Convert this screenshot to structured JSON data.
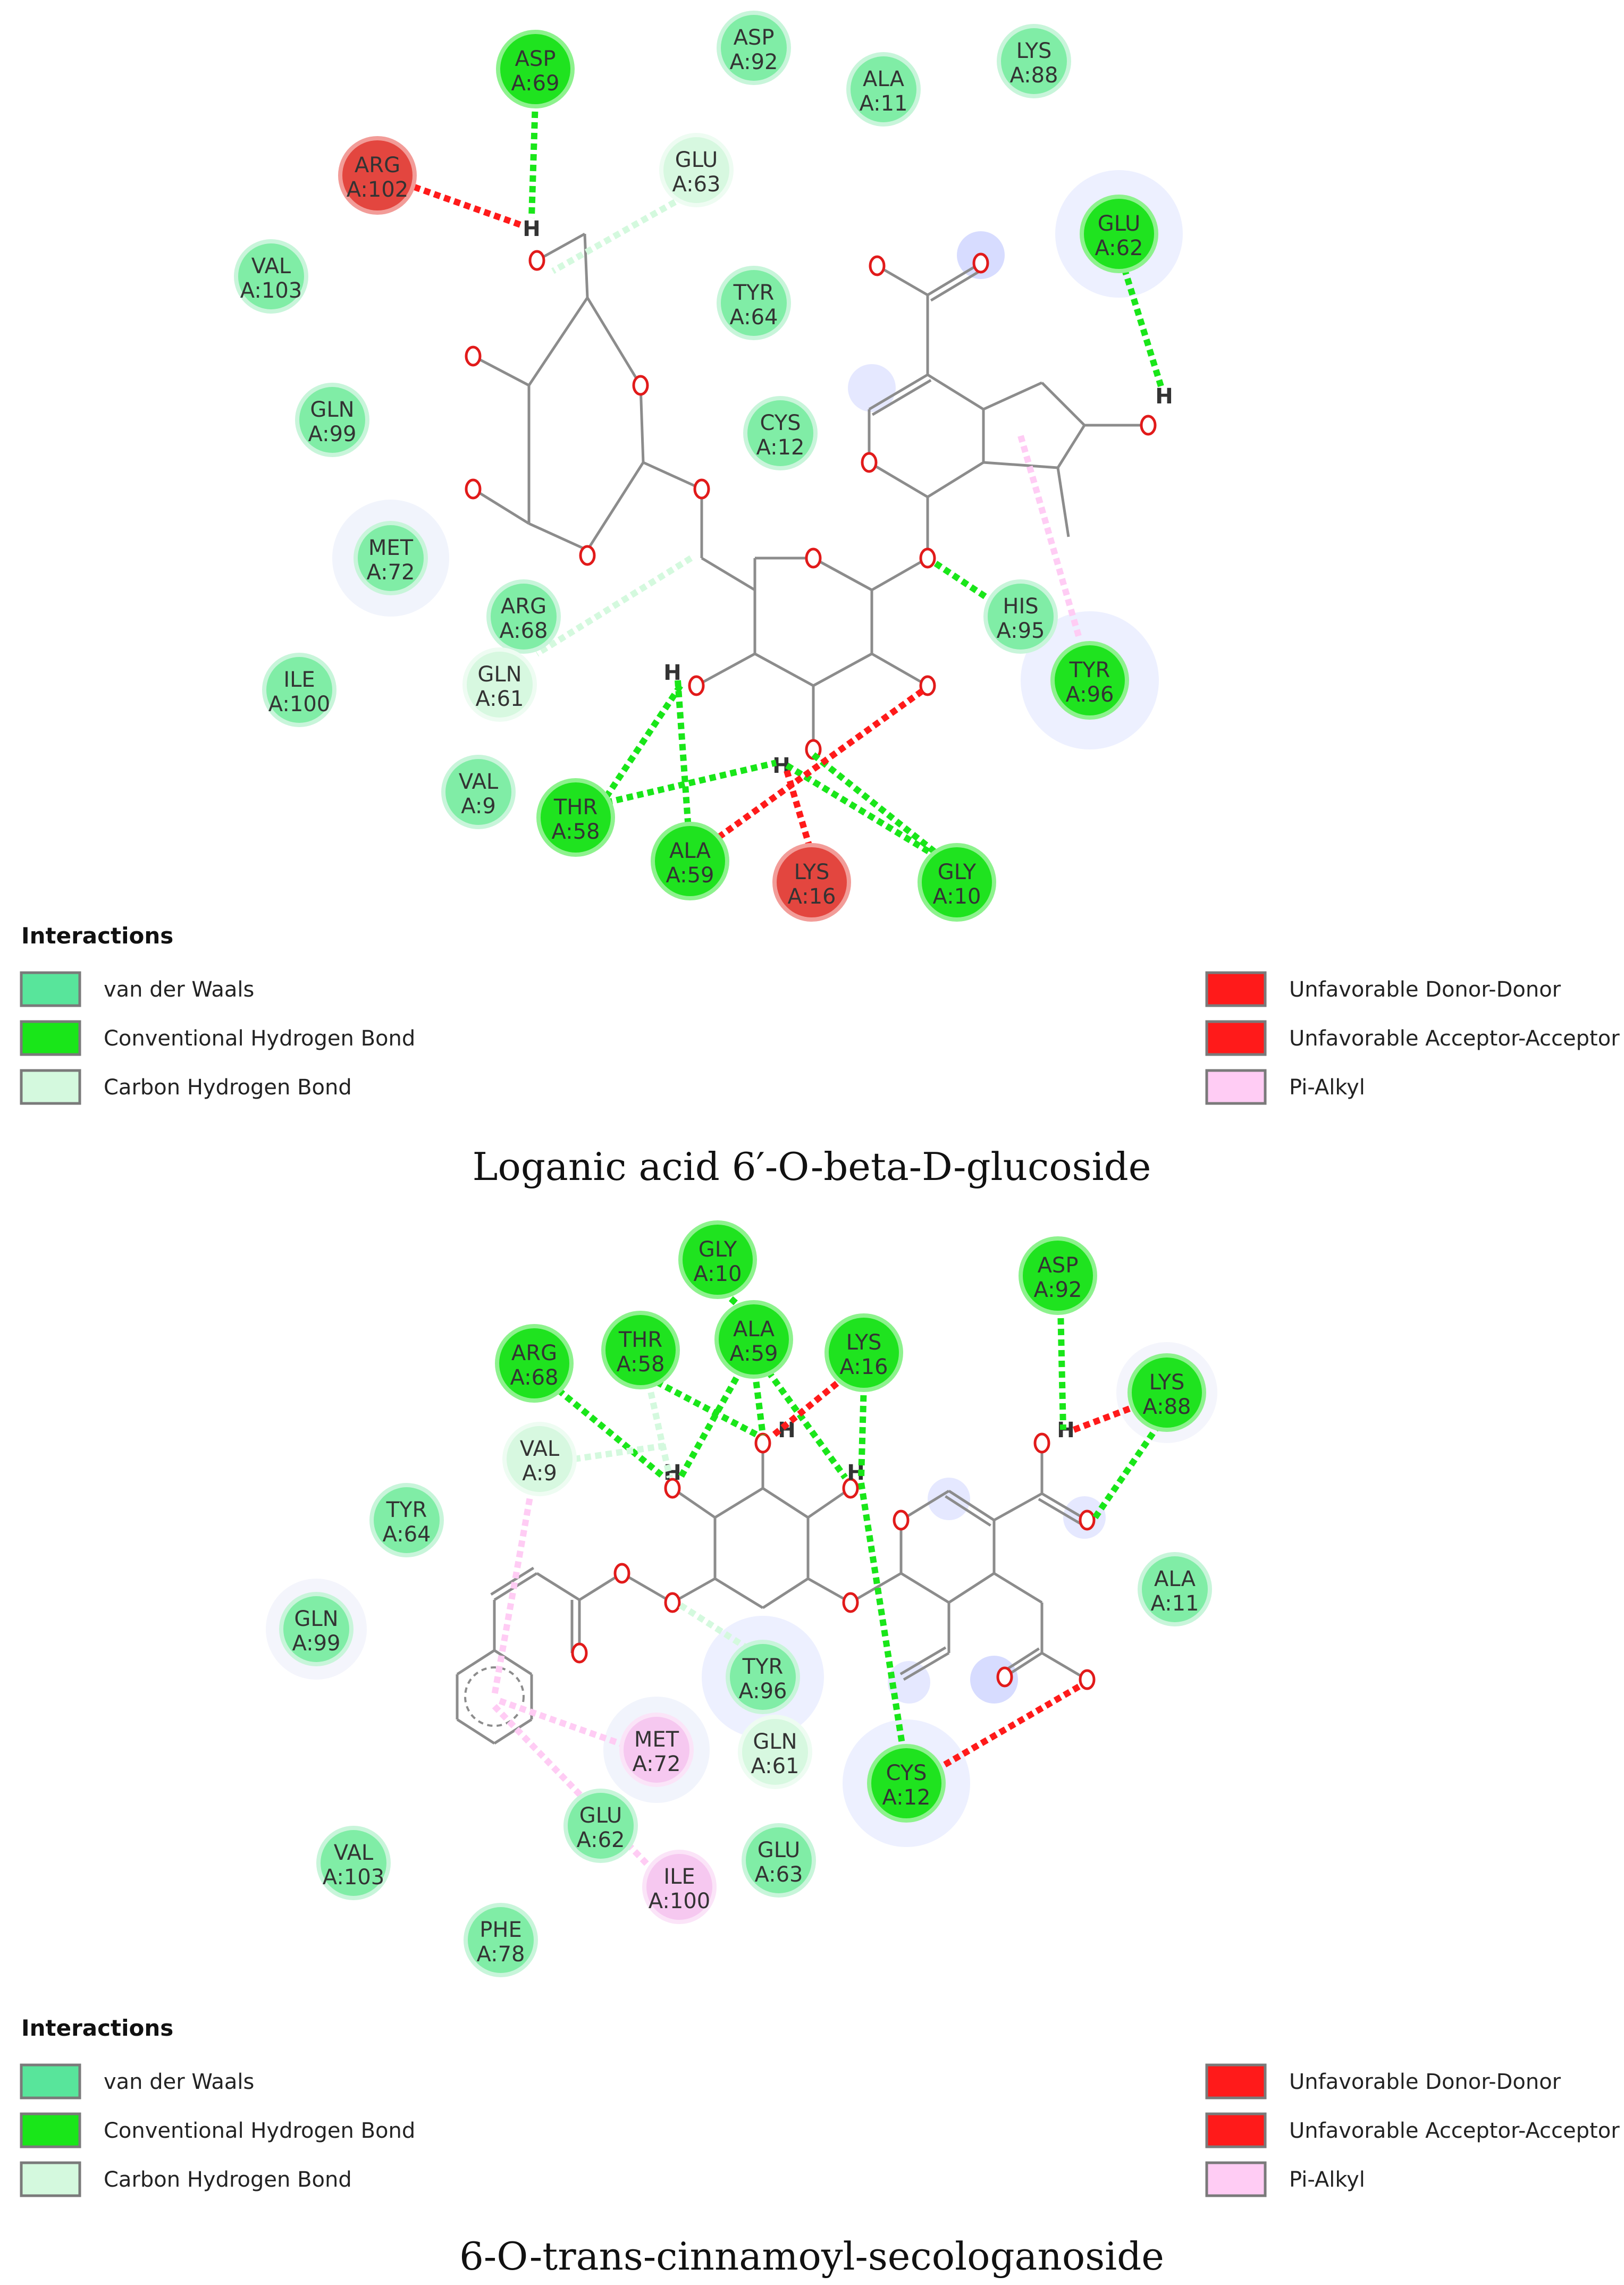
{
  "colors": {
    "van_der_waals": "#58e59b",
    "conventional_hbond": "#19e619",
    "carbon_hbond": "#d4f9de",
    "unfavorable": "#ff1a1a",
    "pi_alkyl": "#ffccf4",
    "residue_red": "#e0413a",
    "bond": "#8c8c8c",
    "oxygen": "#e11a1a"
  },
  "panels": [
    {
      "caption": "Loganic acid 6′-O-beta-D-glucoside",
      "legend_title": "Interactions",
      "legend": {
        "vdw": "van der Waals",
        "conv": "Conventional Hydrogen Bond",
        "carbon": "Carbon Hydrogen Bond",
        "udd": "Unfavorable Donor-Donor",
        "uaa": "Unfavorable Acceptor-Acceptor",
        "pialkyl": "Pi-Alkyl"
      },
      "residues": {
        "asp69": [
          "ASP",
          "A:69"
        ],
        "asp92": [
          "ASP",
          "A:92"
        ],
        "ala11": [
          "ALA",
          "A:11"
        ],
        "lys88": [
          "LYS",
          "A:88"
        ],
        "arg102": [
          "ARG",
          "A:102"
        ],
        "glu63": [
          "GLU",
          "A:63"
        ],
        "glu62": [
          "GLU",
          "A:62"
        ],
        "val103": [
          "VAL",
          "A:103"
        ],
        "tyr64": [
          "TYR",
          "A:64"
        ],
        "gln99": [
          "GLN",
          "A:99"
        ],
        "cys12": [
          "CYS",
          "A:12"
        ],
        "met72": [
          "MET",
          "A:72"
        ],
        "arg68": [
          "ARG",
          "A:68"
        ],
        "his95": [
          "HIS",
          "A:95"
        ],
        "tyr96": [
          "TYR",
          "A:96"
        ],
        "gln61": [
          "GLN",
          "A:61"
        ],
        "ile100": [
          "ILE",
          "A:100"
        ],
        "val9": [
          "VAL",
          "A:9"
        ],
        "thr58": [
          "THR",
          "A:58"
        ],
        "ala59": [
          "ALA",
          "A:59"
        ],
        "lys16": [
          "LYS",
          "A:16"
        ],
        "gly10": [
          "GLY",
          "A:10"
        ]
      }
    },
    {
      "caption": "6-O-trans-cinnamoyl-secologanoside",
      "legend_title": "Interactions",
      "legend": {
        "vdw": "van der Waals",
        "conv": "Conventional Hydrogen Bond",
        "carbon": "Carbon Hydrogen Bond",
        "udd": "Unfavorable Donor-Donor",
        "uaa": "Unfavorable Acceptor-Acceptor",
        "pialkyl": "Pi-Alkyl"
      },
      "residues": {
        "gly10": [
          "GLY",
          "A:10"
        ],
        "asp92": [
          "ASP",
          "A:92"
        ],
        "arg68": [
          "ARG",
          "A:68"
        ],
        "thr58": [
          "THR",
          "A:58"
        ],
        "ala59": [
          "ALA",
          "A:59"
        ],
        "lys16": [
          "LYS",
          "A:16"
        ],
        "lys88": [
          "LYS",
          "A:88"
        ],
        "val9": [
          "VAL",
          "A:9"
        ],
        "tyr64": [
          "TYR",
          "A:64"
        ],
        "ala11": [
          "ALA",
          "A:11"
        ],
        "gln99": [
          "GLN",
          "A:99"
        ],
        "tyr96": [
          "TYR",
          "A:96"
        ],
        "met72": [
          "MET",
          "A:72"
        ],
        "gln61": [
          "GLN",
          "A:61"
        ],
        "cys12": [
          "CYS",
          "A:12"
        ],
        "glu62": [
          "GLU",
          "A:62"
        ],
        "val103": [
          "VAL",
          "A:103"
        ],
        "ile100": [
          "ILE",
          "A:100"
        ],
        "glu63": [
          "GLU",
          "A:63"
        ],
        "phe78": [
          "PHE",
          "A:78"
        ]
      }
    }
  ]
}
